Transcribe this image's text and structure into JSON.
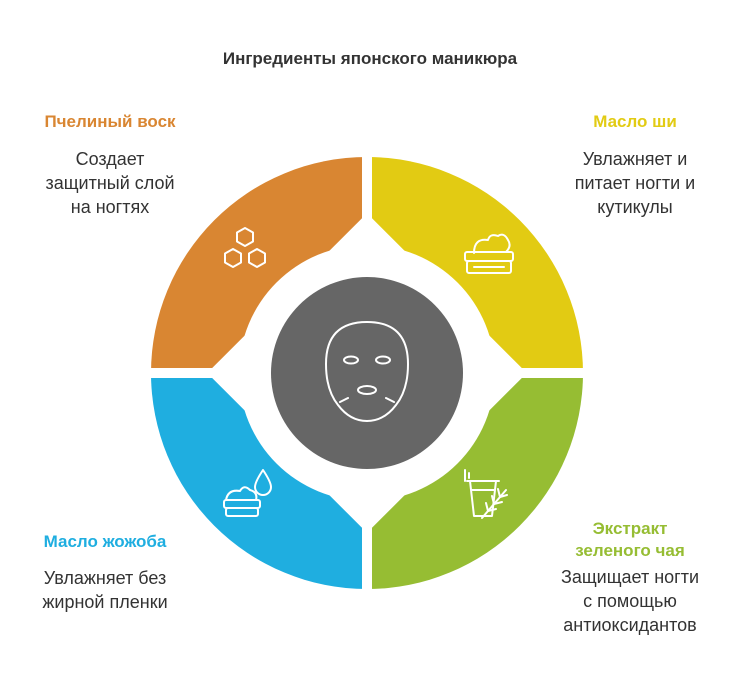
{
  "title": "Ингредиенты японского маникюра",
  "colors": {
    "beeswax": "#D98632",
    "shea": "#E2CB13",
    "green_tea": "#96BD33",
    "jojoba": "#1FAEE0",
    "center": "#666666",
    "text": "#333333"
  },
  "segments": {
    "top_left": {
      "label": "Пчелиный воск",
      "description_lines": [
        "Создает",
        "защитный слой",
        "на ногтях"
      ],
      "icon": "honeycomb-icon"
    },
    "top_right": {
      "label": "Масло ши",
      "description_lines": [
        "Увлажняет и",
        "питает ногти и",
        "кутикулы"
      ],
      "icon": "cream-jar-icon"
    },
    "bottom_right": {
      "label_lines": [
        "Экстракт",
        "зеленого чая"
      ],
      "description_lines": [
        "Защищает ногти",
        "с помощью",
        "антиоксидантов"
      ],
      "icon": "tea-cup-icon"
    },
    "bottom_left": {
      "label": "Масло жожоба",
      "description_lines": [
        "Увлажняет без",
        "жирной пленки"
      ],
      "icon": "oil-drop-cream-icon"
    }
  },
  "center_icon": "face-mask-icon"
}
